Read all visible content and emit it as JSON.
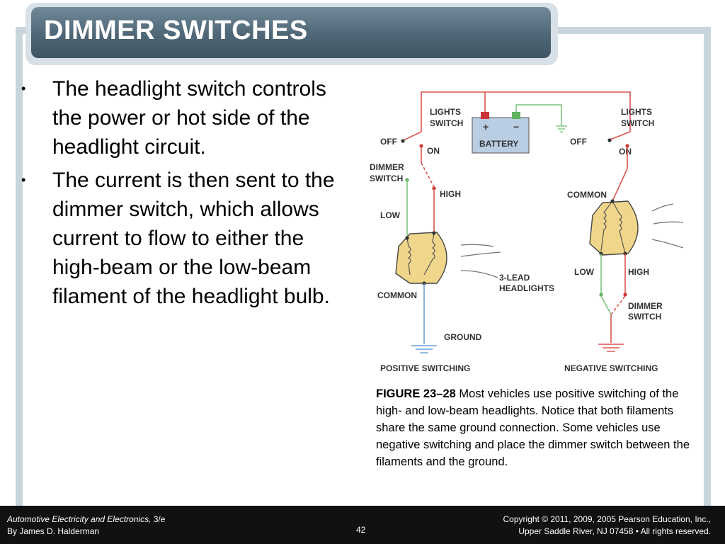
{
  "slide": {
    "title": "DIMMER SWITCHES",
    "bullets": [
      "The headlight switch controls the power or hot side of the headlight circuit.",
      "The current is then sent to the dimmer switch, which allows current to flow to either the high-beam or the low-beam filament of the headlight bulb."
    ],
    "bullet_glyph": "•"
  },
  "figure": {
    "labels": {
      "lights_switch_line1": "LIGHTS",
      "lights_switch_line2": "SWITCH",
      "off": "OFF",
      "on": "ON",
      "battery": "BATTERY",
      "plus": "+",
      "minus": "−",
      "dimmer_line1": "DIMMER",
      "dimmer_line2": "SWITCH",
      "high": "HIGH",
      "low": "LOW",
      "common": "COMMON",
      "three_lead_line1": "3-LEAD",
      "three_lead_line2": "HEADLIGHTS",
      "ground": "GROUND",
      "positive_switching": "POSITIVE SWITCHING",
      "negative_switching": "NEGATIVE SWITCHING"
    },
    "colors": {
      "power_wire": "#d9534f",
      "low_wire": "#7cc47c",
      "ground_wire": "#6a9fd4",
      "bulb_fill": "#efd68a",
      "battery_fill": "#b9cde3"
    }
  },
  "caption": {
    "label": "FIGURE 23–28",
    "text": " Most vehicles use positive switching of the high- and low-beam headlights. Notice that both filaments share the same ground connection. Some vehicles use negative switching and place the dimmer switch between the filaments and the ground."
  },
  "footer": {
    "book_title": "Automotive Electricity and Electronics,",
    "edition": " 3/e",
    "author": "By James D. Halderman",
    "page_number": "42",
    "copyright_line1": "Copyright © 2011, 2009, 2005 Pearson Education, Inc.,",
    "copyright_line2": "Upper Saddle River, NJ 07458 • All rights reserved."
  }
}
